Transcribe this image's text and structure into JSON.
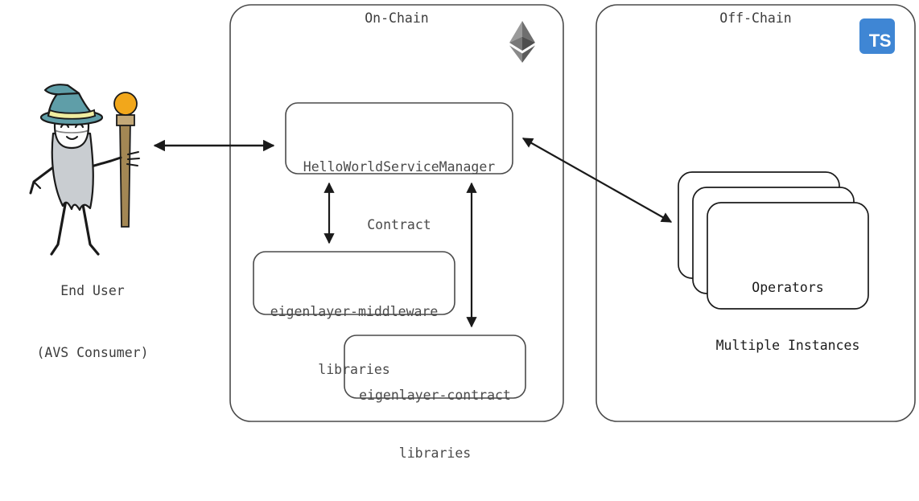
{
  "diagram": {
    "title": "EigenLayer AVS HelloWorld Architecture",
    "background_color": "#ffffff",
    "stroke_color": "#4a4a4a",
    "arrow_color": "#1a1a1a"
  },
  "actor": {
    "name": "wizard-avatar",
    "caption_line1": "End User",
    "caption_line2": "(AVS Consumer)",
    "colors": {
      "hat": "#5f9ea8",
      "hat_band": "#f0eda0",
      "beard": "#c9cdd1",
      "staff": "#a38754",
      "orb": "#f2a71b",
      "outline": "#1a1a1a"
    }
  },
  "zones": [
    {
      "id": "on-chain",
      "title": "On-Chain",
      "badge": "ethereum-logo",
      "badge_label": "ETH"
    },
    {
      "id": "off-chain",
      "title": "Off-Chain",
      "badge": "typescript-logo",
      "badge_label": "TS",
      "badge_color": "#3f86d4"
    }
  ],
  "nodes": [
    {
      "id": "service-manager",
      "line1": "HelloWorldServiceManager",
      "line2": "Contract"
    },
    {
      "id": "middleware-libraries",
      "line1": "eigenlayer-middleware",
      "line2": "libraries"
    },
    {
      "id": "contract-libraries",
      "line1": "eigenlayer-contract",
      "line2": "libraries"
    },
    {
      "id": "operators",
      "line1": "Operators",
      "line2": "Multiple Instances",
      "stack_count": 3
    }
  ],
  "connections": [
    {
      "id": "user-to-service-manager",
      "from": "End User",
      "to": "HelloWorldServiceManager Contract",
      "direction": "bidirectional",
      "orientation": "horizontal"
    },
    {
      "id": "service-manager-to-middleware",
      "from": "HelloWorldServiceManager Contract",
      "to": "eigenlayer-middleware libraries",
      "direction": "bidirectional",
      "orientation": "vertical"
    },
    {
      "id": "service-manager-to-contract-libs",
      "from": "HelloWorldServiceManager Contract",
      "to": "eigenlayer-contract libraries",
      "direction": "bidirectional",
      "orientation": "vertical"
    },
    {
      "id": "service-manager-to-operators",
      "from": "HelloWorldServiceManager Contract",
      "to": "Operators Multiple Instances",
      "direction": "bidirectional",
      "orientation": "diagonal"
    }
  ]
}
